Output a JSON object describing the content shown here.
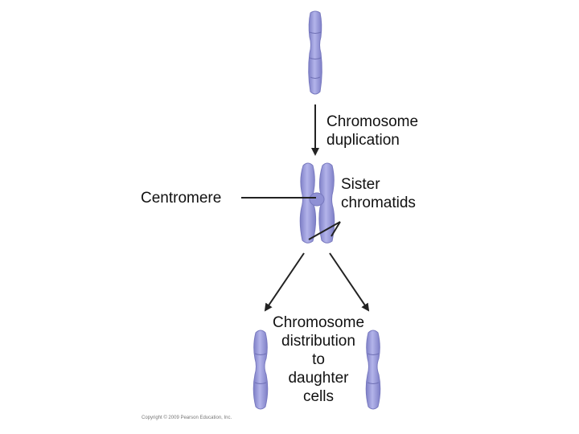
{
  "labels": {
    "duplication": [
      "Chromosome",
      "duplication"
    ],
    "centromere": "Centromere",
    "sister_chromatids": [
      "Sister",
      "chromatids"
    ],
    "distribution": [
      "Chromosome",
      "distribution",
      "to",
      "daughter",
      "cells"
    ]
  },
  "copyright": "Copyright © 2009 Pearson Education, Inc.",
  "colors": {
    "chromosome_fill": "#9b9cdc",
    "chromosome_stroke": "#7879bf",
    "line": "#222222"
  }
}
